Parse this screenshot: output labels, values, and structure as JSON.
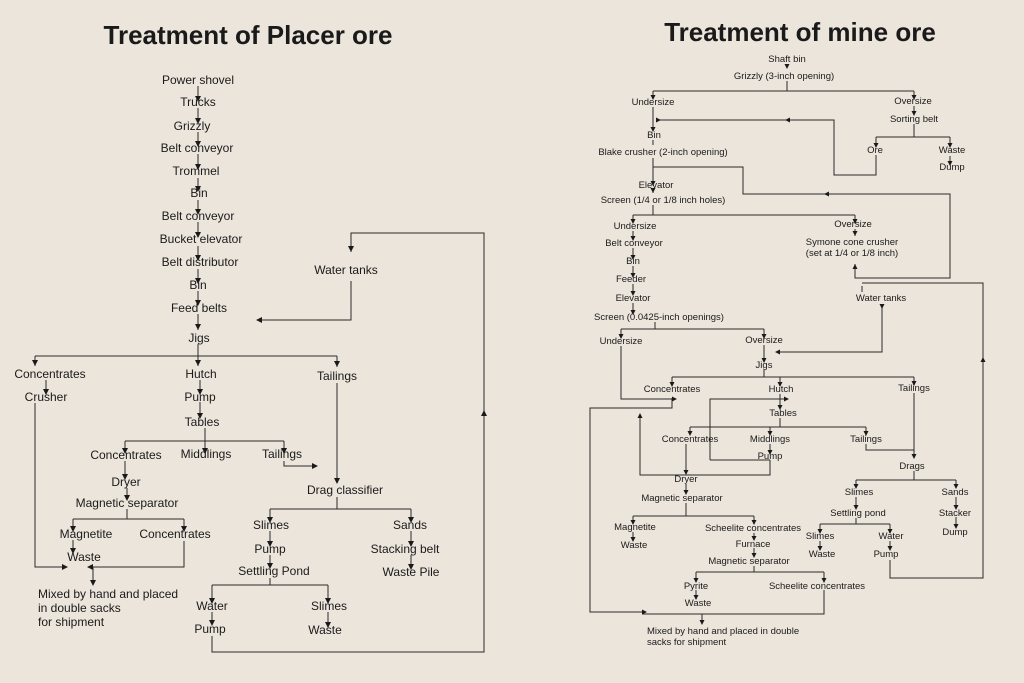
{
  "titles": {
    "placer": "Treatment of Placer ore",
    "mine": "Treatment of mine ore"
  },
  "placer": {
    "power_shovel": "Power shovel",
    "trucks": "Trucks",
    "grizzly": "Grizzly",
    "belt_conveyor_1": "Belt conveyor",
    "trommel": "Trommel",
    "bin_1": "Bin",
    "belt_conveyor_2": "Belt conveyor",
    "bucket_elevator": "Bucket elevator",
    "belt_distributor": "Belt distributor",
    "bin_2": "Bin",
    "feed_belts": "Feed belts",
    "water_tanks": "Water tanks",
    "jigs": "Jigs",
    "concentrates": "Concentrates",
    "crusher": "Crusher",
    "hutch": "Hutch",
    "pump": "Pump",
    "tables": "Tables",
    "tailings": "Tailings",
    "tables_concentrates": "Concentrates",
    "middlings": "Middlings",
    "tables_tailings": "Tailings",
    "dryer": "Dryer",
    "magnetic_separator": "Magnetic separator",
    "magnetite": "Magnetite",
    "mag_concentrates": "Concentrates",
    "waste": "Waste",
    "drag_classifier": "Drag classifier",
    "slimes": "Slimes",
    "sands": "Sands",
    "pump_2": "Pump",
    "stacking_belt": "Stacking belt",
    "settling_pond": "Settling Pond",
    "waste_pile": "Waste Pile",
    "water": "Water",
    "pond_slimes": "Slimes",
    "pump_3": "Pump",
    "pond_waste": "Waste",
    "shipment_lines": [
      "Mixed by hand and placed",
      "in double sacks",
      "for shipment"
    ]
  },
  "mine": {
    "shaft_bin": "Shaft bin",
    "grizzly": "Grizzly (3-inch opening)",
    "undersize_1": "Undersize",
    "oversize_1": "Oversize",
    "sorting_belt": "Sorting belt",
    "bin_1": "Bin",
    "ore": "Ore",
    "waste_1": "Waste",
    "dump_1": "Dump",
    "blake_crusher": "Blake crusher (2-inch opening)",
    "elevator_1": "Elevator",
    "screen_1": "Screen (1/4 or 1/8 inch holes)",
    "undersize_2": "Undersize",
    "oversize_2": "Oversize",
    "belt_conveyor": "Belt conveyor",
    "symone_crusher_lines": [
      "Symone cone crusher",
      "(set at 1/4 or 1/8 inch)"
    ],
    "bin_2": "Bin",
    "feeder": "Feeder",
    "water_tanks": "Water tanks",
    "elevator_2": "Elevator",
    "screen_2": "Screen (0.0425-inch openings)",
    "undersize_3": "Undersize",
    "oversize_3": "Oversize",
    "jigs": "Jigs",
    "concentrates": "Concentrates",
    "hutch": "Hutch",
    "tailings": "Tailings",
    "tables": "Tables",
    "tables_concentrates": "Concentrates",
    "middlings": "Middlings",
    "tables_tailings": "Tailings",
    "pump_1": "Pump",
    "drags": "Drags",
    "dryer": "Dryer",
    "slimes": "Slimes",
    "sands": "Sands",
    "magnetic_separator_1": "Magnetic separator",
    "settling_pond": "Settling pond",
    "stacker": "Stacker",
    "magnetite": "Magnetite",
    "scheelite_concentrates_1": "Scheelite concentrates",
    "pond_slimes": "Slimes",
    "water": "Water",
    "dump_2": "Dump",
    "waste_2": "Waste",
    "furnace": "Furnace",
    "waste_3": "Waste",
    "pump_2": "Pump",
    "magnetic_separator_2": "Magnetic separator",
    "pyrite": "Pyrite",
    "scheelite_concentrates_2": "Scheelite concentrates",
    "waste_4": "Waste",
    "shipment_lines": [
      "Mixed by hand and placed in double",
      "sacks for shipment"
    ]
  }
}
